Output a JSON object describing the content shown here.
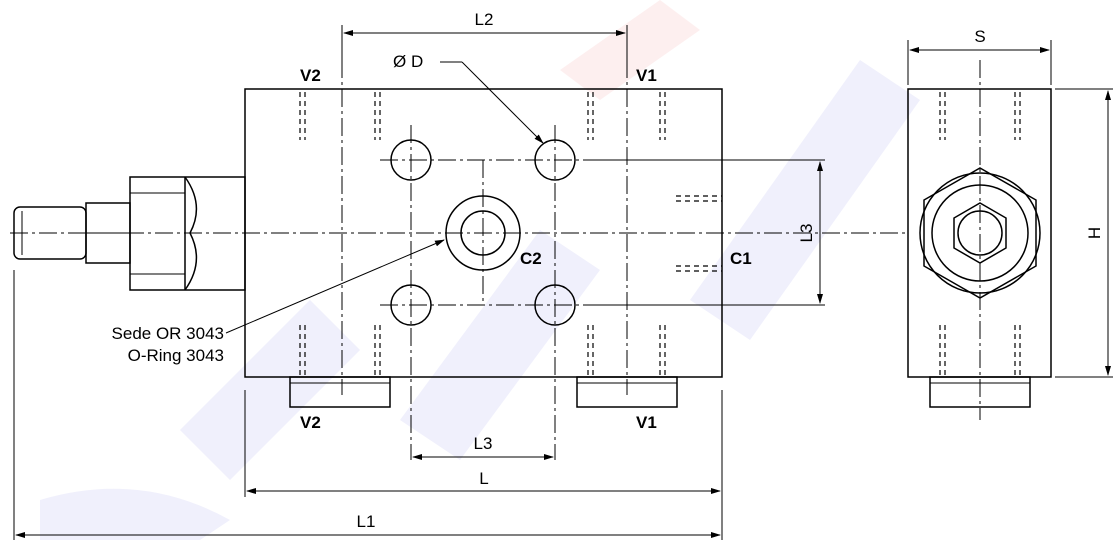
{
  "colors": {
    "line": "#000000",
    "background": "#ffffff",
    "watermark_blue": "#2f2fd0",
    "watermark_red": "#e02020"
  },
  "dimensions": {
    "L2": "L2",
    "S": "S",
    "L3_vertical": "L3",
    "H": "H",
    "L3_horizontal": "L3",
    "L": "L",
    "L1": "L1",
    "diameter_D": "Ø D"
  },
  "ports": {
    "V2_top": "V2",
    "V1_top": "V1",
    "C2": "C2",
    "C1": "C1",
    "V2_bottom": "V2",
    "V1_bottom": "V1"
  },
  "callout": {
    "line1": "Sede OR 3043",
    "line2": "O-Ring 3043"
  }
}
